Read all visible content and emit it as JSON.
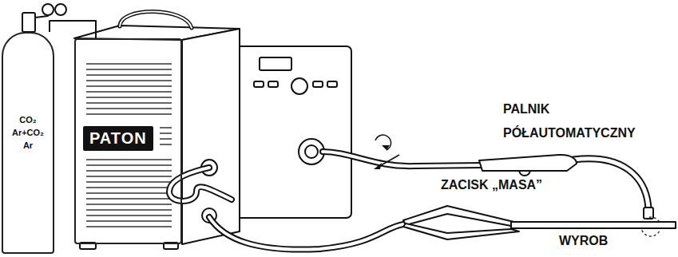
{
  "diagram": {
    "nodes": [
      {
        "text": [
          "CO₂",
          "Ar+CO₂",
          "Ar"
        ]
      },
      {
        "text": [
          "PATON"
        ]
      }
    ],
    "edges": [
      {
        "from": 0,
        "to": 1,
        "arrow": "none"
      }
    ],
    "labels": [
      "PALNIK PÓŁAUTOMATYCZNY",
      "ZACISK „MASA”",
      "WYROB"
    ]
  }
}
